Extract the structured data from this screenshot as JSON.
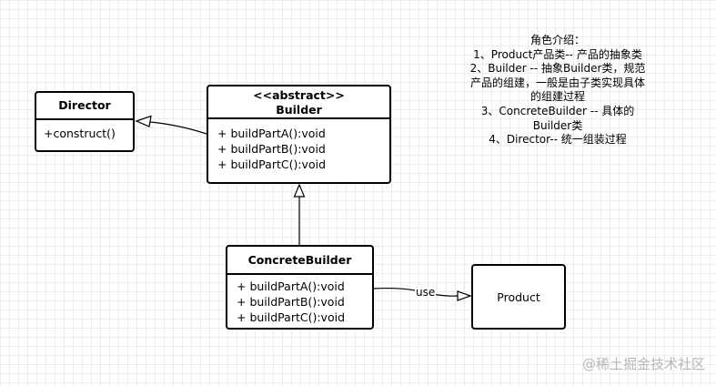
{
  "director": {
    "name": "Director",
    "methods": [
      "+construct()"
    ]
  },
  "builder": {
    "stereotype": "<<abstract>>",
    "name": "Builder",
    "methods": [
      "+ buildPartA():void",
      "+ buildPartB():void",
      "+ buildPartC():void"
    ]
  },
  "concrete_builder": {
    "name": "ConcreteBuilder",
    "methods": [
      "+ buildPartA():void",
      "+ buildPartB():void",
      "+ buildPartC():void"
    ]
  },
  "product": {
    "name": "Product"
  },
  "association": {
    "label": "use"
  },
  "notes": {
    "lines": [
      "角色介绍：",
      "1、Product产品类-- 产品的抽象类",
      "2、Builder -- 抽象Builder类，规范",
      "产品的组建，一般是由子类实现具体",
      "的组建过程",
      "3、ConcreteBuilder -- 具体的",
      "Builder类",
      "4、Director-- 统一组装过程"
    ]
  },
  "watermark": "@稀土掘金技术社区"
}
